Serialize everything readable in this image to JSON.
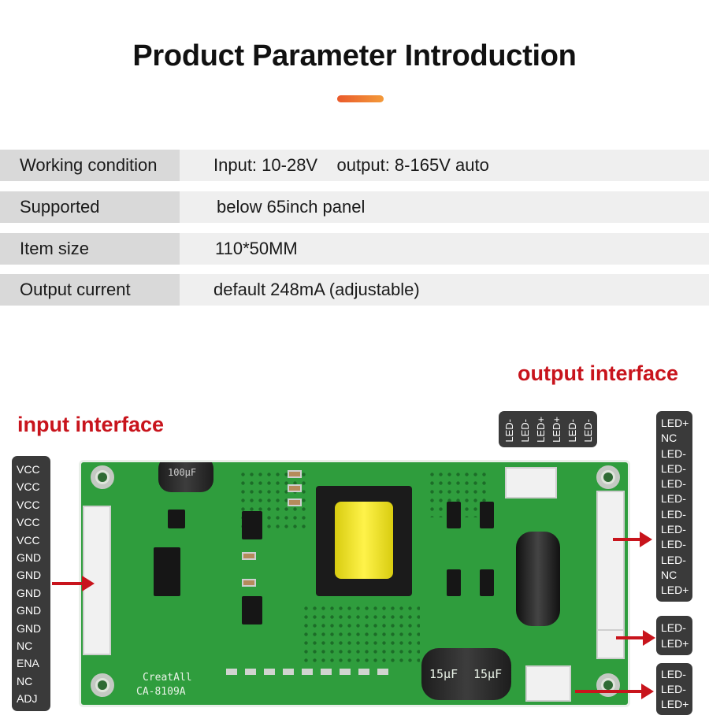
{
  "header": {
    "title": "Product Parameter Introduction",
    "accent_color": "#ee6a2f"
  },
  "params": [
    {
      "key": "Working condition",
      "value": "Input: 10-28V    output: 8-165V auto"
    },
    {
      "key": "Supported",
      "value": "below 65inch panel"
    },
    {
      "key": "Item size",
      "value": "110*50MM"
    },
    {
      "key": "Output current",
      "value": "default 248mA (adjustable)"
    }
  ],
  "labels": {
    "input": "input interface",
    "output": "output interface",
    "accent_color": "#c8141c"
  },
  "input_pins": [
    "VCC",
    "VCC",
    "VCC",
    "VCC",
    "VCC",
    "GND",
    "GND",
    "GND",
    "GND",
    "GND",
    "NC",
    "ENA",
    "NC",
    "ADJ"
  ],
  "top_pins": [
    "LED-",
    "LED-",
    "LED+",
    "LED+",
    "LED-",
    "LED-"
  ],
  "right_pins_main": [
    "LED+",
    "NC",
    "LED-",
    "LED-",
    "LED-",
    "LED-",
    "LED-",
    "LED-",
    "LED-",
    "LED-",
    "NC",
    "LED+"
  ],
  "right_pins_mid": [
    "LED-",
    "LED+"
  ],
  "right_pins_bottom": [
    "LED-",
    "LED-",
    "LED+"
  ],
  "board": {
    "silk_brand": "CreatAll",
    "silk_model": "CA-8109A",
    "cap_big": "15μF",
    "cap_big_2": "15μF",
    "cap_small": "100μF"
  }
}
